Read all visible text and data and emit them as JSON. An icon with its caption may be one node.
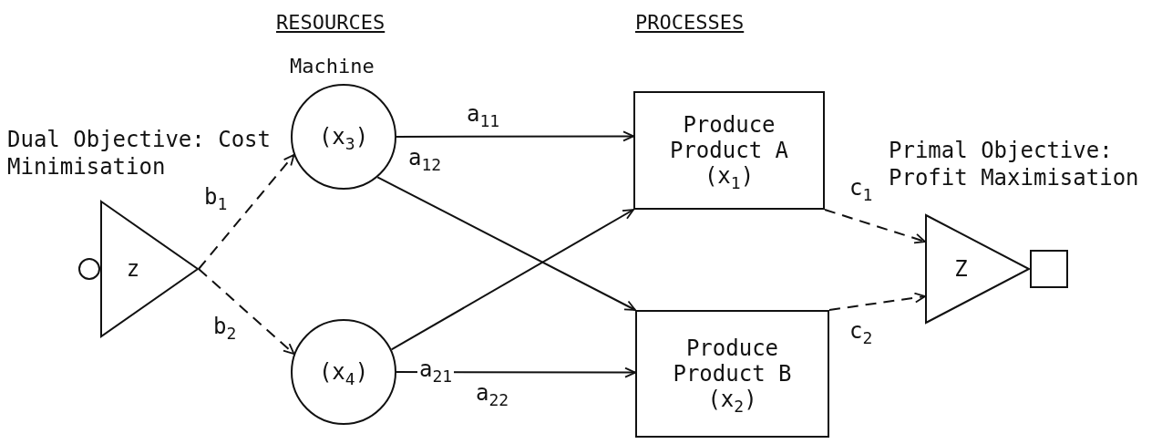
{
  "diagram": {
    "nodes": [
      {
        "text": [
          "z"
        ],
        "beside": [
          "Dual Objective: Cost Minimisation"
        ]
      },
      {
        "text": [
          "(x$_{3}$)"
        ]
      },
      {
        "text": [
          "(x$_{4}$)"
        ]
      },
      {
        "text": [
          "Produce Product A (x$_{1}$)"
        ]
      },
      {
        "text": [
          "Produce Product B (x$_{2}$)"
        ]
      },
      {
        "text": [
          "Z"
        ],
        "beside": [
          "Primal Objective: Profit Maximisation"
        ]
      }
    ],
    "edges": [
      {
        "from": 0,
        "to": 1,
        "arrow": "to",
        "label": "b$_{1}$",
        "style": "dashed"
      },
      {
        "from": 0,
        "to": 2,
        "arrow": "to",
        "label": "b$_{2}$",
        "style": "dashed"
      },
      {
        "from": 1,
        "to": 3,
        "arrow": "to",
        "label": "a$_{11}$"
      },
      {
        "from": 1,
        "to": 4,
        "arrow": "to",
        "label": "a$_{12}$"
      },
      {
        "from": 2,
        "to": 3,
        "arrow": "to",
        "label": "a$_{21}$"
      },
      {
        "from": 2,
        "to": 4,
        "arrow": "to",
        "label": "a$_{22}$"
      },
      {
        "from": 3,
        "to": 5,
        "arrow": "to",
        "label": "c$_{1}$",
        "style": "dashed"
      },
      {
        "from": 4,
        "to": 5,
        "arrow": "to",
        "label": "c$_{2}$",
        "style": "dashed"
      }
    ],
    "labels": [
      "RESOURCES",
      "PROCESSES",
      "Machine"
    ]
  }
}
